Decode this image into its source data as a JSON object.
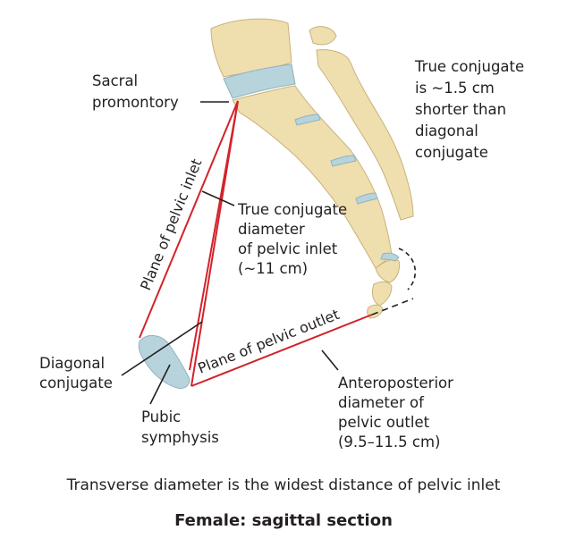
{
  "labels": {
    "sacral_promontory": [
      "Sacral",
      "promontory"
    ],
    "true_conjugate_note": [
      "True conjugate",
      "is ~1.5 cm",
      "shorter than",
      "diagonal",
      "conjugate"
    ],
    "plane_pelvic_inlet": "Plane of pelvic inlet",
    "true_conjugate_diameter": [
      "True conjugate",
      "diameter",
      "of pelvic inlet",
      "(~11 cm)"
    ],
    "diagonal_conjugate": [
      "Diagonal",
      "conjugate"
    ],
    "pubic_symphysis": [
      "Pubic",
      "symphysis"
    ],
    "plane_pelvic_outlet": "Plane of pelvic outlet",
    "anteroposterior_diameter": [
      "Anteroposterior",
      "diameter of",
      "pelvic outlet",
      "(9.5–11.5 cm)"
    ]
  },
  "caption": "Transverse diameter is the widest distance of pelvic inlet",
  "title": "Female: sagittal section",
  "colors": {
    "bone": "#efdfae",
    "disc": "#b7d3dc",
    "measurement_line": "#d2232a",
    "leader_line": "#231f20"
  }
}
